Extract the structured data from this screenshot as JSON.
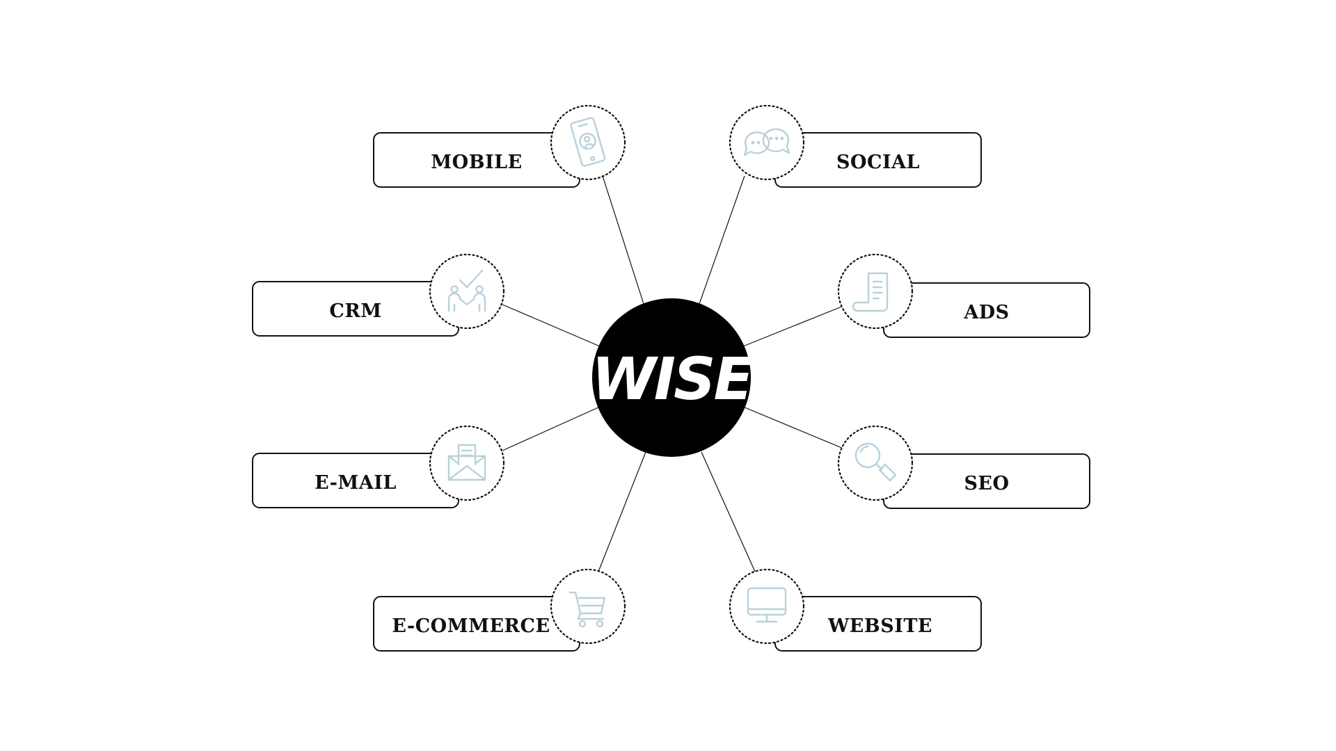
{
  "hub": {
    "label": "WISE",
    "color": "#000000"
  },
  "nodes": [
    {
      "id": "mobile",
      "label": "MOBILE",
      "icon": "mobile-phone-icon"
    },
    {
      "id": "social",
      "label": "SOCIAL",
      "icon": "chat-bubbles-icon"
    },
    {
      "id": "crm",
      "label": "CRM",
      "icon": "handshake-check-icon"
    },
    {
      "id": "ads",
      "label": "ADS",
      "icon": "document-scroll-icon"
    },
    {
      "id": "email",
      "label": "E-MAIL",
      "icon": "envelope-letter-icon"
    },
    {
      "id": "seo",
      "label": "SEO",
      "icon": "magnifier-icon"
    },
    {
      "id": "ecommerce",
      "label": "E-COMMERCE",
      "icon": "shopping-cart-icon"
    },
    {
      "id": "website",
      "label": "WEBSITE",
      "icon": "desktop-monitor-icon"
    }
  ],
  "colors": {
    "icon": "#b9d1db",
    "outline": "#111111",
    "background": "#ffffff"
  }
}
